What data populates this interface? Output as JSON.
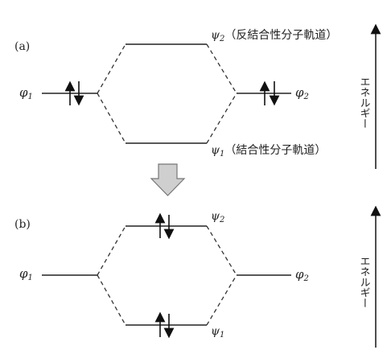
{
  "panel_a": {
    "label": "(a)",
    "phi1": {
      "sym": "φ",
      "sub": "1"
    },
    "phi2": {
      "sym": "φ",
      "sub": "2"
    },
    "psi2": {
      "sym": "ψ",
      "sub": "2",
      "desc": "（反結合性分子軌道）"
    },
    "psi1": {
      "sym": "ψ",
      "sub": "1",
      "desc": "（結合性分子軌道）"
    },
    "energy_axis": "エネルギー"
  },
  "panel_b": {
    "label": "(b)",
    "phi1": {
      "sym": "φ",
      "sub": "1"
    },
    "phi2": {
      "sym": "φ",
      "sub": "2"
    },
    "psi2": {
      "sym": "ψ",
      "sub": "2"
    },
    "psi1": {
      "sym": "ψ",
      "sub": "1"
    },
    "energy_axis": "エネルギー"
  },
  "colors": {
    "line": "#222222",
    "transition_arrow_fill": "#cfcfcf",
    "transition_arrow_stroke": "#777777"
  },
  "transition_arrow_icon": "down-arrow-icon"
}
